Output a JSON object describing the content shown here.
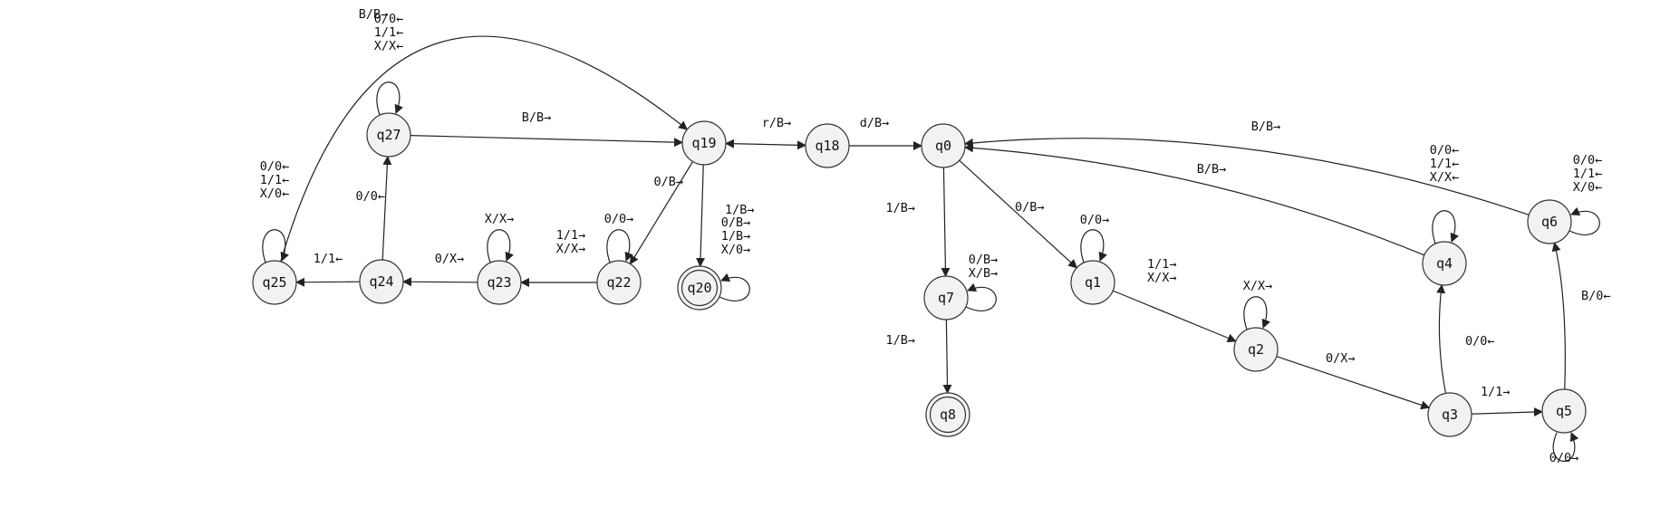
{
  "states": [
    {
      "id": "q0",
      "label": "q0",
      "accepting": false
    },
    {
      "id": "q1",
      "label": "q1",
      "accepting": false
    },
    {
      "id": "q2",
      "label": "q2",
      "accepting": false
    },
    {
      "id": "q3",
      "label": "q3",
      "accepting": false
    },
    {
      "id": "q4",
      "label": "q4",
      "accepting": false
    },
    {
      "id": "q5",
      "label": "q5",
      "accepting": false
    },
    {
      "id": "q6",
      "label": "q6",
      "accepting": false
    },
    {
      "id": "q7",
      "label": "q7",
      "accepting": false
    },
    {
      "id": "q8",
      "label": "q8",
      "accepting": true
    },
    {
      "id": "q18",
      "label": "q18",
      "accepting": false
    },
    {
      "id": "q19",
      "label": "q19",
      "accepting": false
    },
    {
      "id": "q20",
      "label": "q20",
      "accepting": true
    },
    {
      "id": "q22",
      "label": "q22",
      "accepting": false
    },
    {
      "id": "q23",
      "label": "q23",
      "accepting": false
    },
    {
      "id": "q24",
      "label": "q24",
      "accepting": false
    },
    {
      "id": "q25",
      "label": "q25",
      "accepting": false
    },
    {
      "id": "q27",
      "label": "q27",
      "accepting": false
    }
  ],
  "transitions": [
    {
      "from": "q19",
      "to": "q18",
      "label": [
        "r/B→"
      ],
      "bidirectional": true
    },
    {
      "from": "q18",
      "to": "q0",
      "label": [
        "d/B→"
      ]
    },
    {
      "from": "q0",
      "to": "q7",
      "label": [
        "1/B→"
      ]
    },
    {
      "from": "q0",
      "to": "q1",
      "label": [
        "0/B→"
      ]
    },
    {
      "from": "q1",
      "to": "q1",
      "label": [
        "0/0→"
      ]
    },
    {
      "from": "q1",
      "to": "q2",
      "label": [
        "1/1→",
        "X/X→"
      ]
    },
    {
      "from": "q2",
      "to": "q2",
      "label": [
        "X/X→"
      ]
    },
    {
      "from": "q2",
      "to": "q3",
      "label": [
        "0/X→"
      ]
    },
    {
      "from": "q3",
      "to": "q4",
      "label": [
        "0/0←"
      ]
    },
    {
      "from": "q3",
      "to": "q5",
      "label": [
        "1/1→"
      ]
    },
    {
      "from": "q5",
      "to": "q5",
      "label": [
        "0/0→"
      ]
    },
    {
      "from": "q5",
      "to": "q6",
      "label": [
        "B/0←"
      ]
    },
    {
      "from": "q6",
      "to": "q6",
      "label": [
        "0/0←",
        "1/1←",
        "X/0←"
      ]
    },
    {
      "from": "q6",
      "to": "q0",
      "label": [
        "B/B→"
      ]
    },
    {
      "from": "q4",
      "to": "q4",
      "label": [
        "0/0←",
        "1/1←",
        "X/X←"
      ]
    },
    {
      "from": "q4",
      "to": "q0",
      "label": [
        "B/B→"
      ]
    },
    {
      "from": "q7",
      "to": "q7",
      "label": [
        "0/B→",
        "X/B→"
      ]
    },
    {
      "from": "q7",
      "to": "q8",
      "label": [
        "1/B→"
      ]
    },
    {
      "from": "q19",
      "to": "q22",
      "label": [
        "0/B→"
      ]
    },
    {
      "from": "q19",
      "to": "q20",
      "label": [
        "1/B→"
      ]
    },
    {
      "from": "q20",
      "to": "q20",
      "label": [
        "0/B→",
        "1/B→",
        "X/0→"
      ]
    },
    {
      "from": "q22",
      "to": "q22",
      "label": [
        "0/0→"
      ]
    },
    {
      "from": "q22",
      "to": "q23",
      "label": [
        "1/1→",
        "X/X→"
      ]
    },
    {
      "from": "q23",
      "to": "q23",
      "label": [
        "X/X→"
      ]
    },
    {
      "from": "q23",
      "to": "q24",
      "label": [
        "0/X→"
      ]
    },
    {
      "from": "q24",
      "to": "q27",
      "label": [
        "0/0←"
      ]
    },
    {
      "from": "q24",
      "to": "q25",
      "label": [
        "1/1←"
      ]
    },
    {
      "from": "q27",
      "to": "q27",
      "label": [
        "0/0←",
        "1/1←",
        "X/X←"
      ]
    },
    {
      "from": "q27",
      "to": "q19",
      "label": [
        "B/B→"
      ]
    },
    {
      "from": "q25",
      "to": "q25",
      "label": [
        "0/0←",
        "1/1←",
        "X/0←"
      ]
    },
    {
      "from": "q25",
      "to": "q19",
      "label": [
        "B/B→"
      ]
    }
  ]
}
